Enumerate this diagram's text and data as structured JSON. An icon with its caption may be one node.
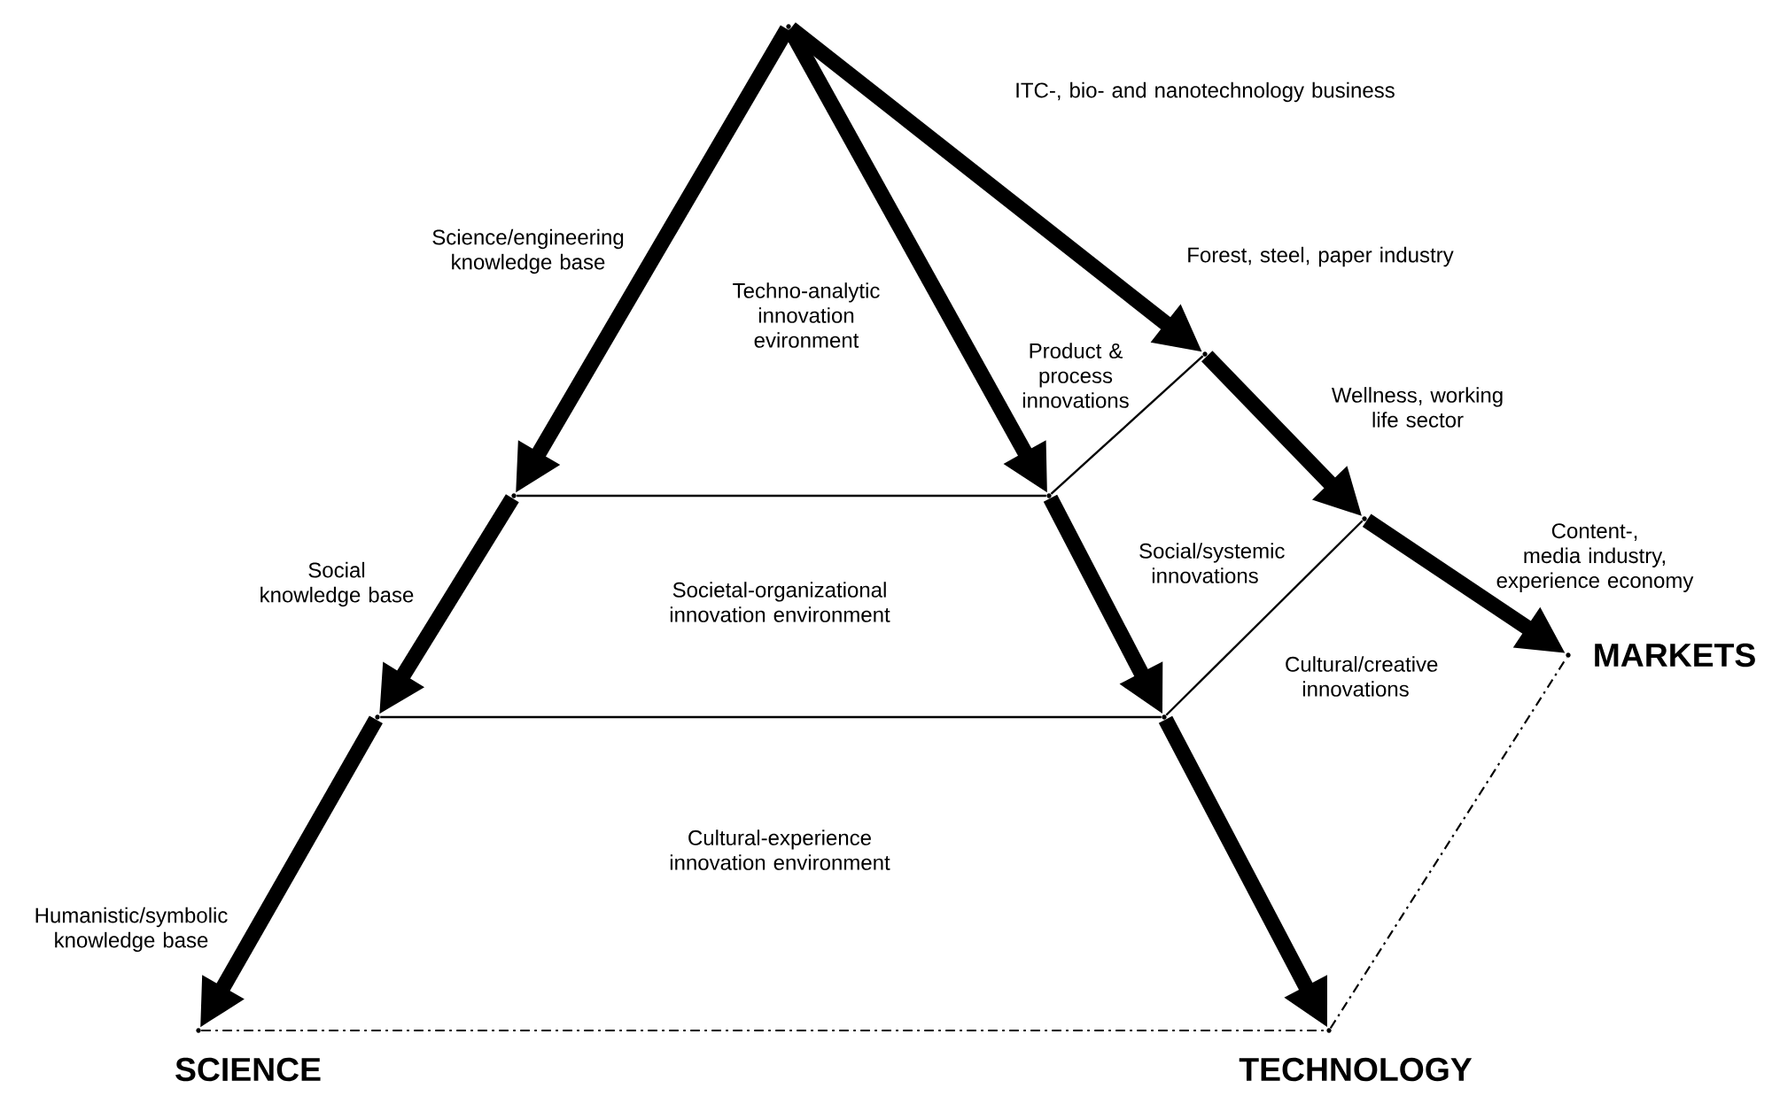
{
  "diagram": {
    "nodes": [
      {
        "text": [],
        "shape": "point"
      },
      {
        "text": [],
        "shape": "point"
      },
      {
        "text": [],
        "shape": "point"
      },
      {
        "text": [],
        "shape": "point",
        "beside": [
          "SCIENCE"
        ]
      },
      {
        "text": [],
        "shape": "point"
      },
      {
        "text": [],
        "shape": "point"
      },
      {
        "text": [],
        "shape": "point",
        "beside": [
          "TECHNOLOGY"
        ]
      },
      {
        "text": [],
        "shape": "point"
      },
      {
        "text": [],
        "shape": "point"
      },
      {
        "text": [],
        "shape": "point",
        "beside": [
          "MARKETS"
        ]
      }
    ],
    "edges": [
      {
        "from": 0,
        "to": 1,
        "arrow": "to",
        "label": "Science/engineering knowledge base"
      },
      {
        "from": 1,
        "to": 2,
        "arrow": "to",
        "label": "Social knowledge base"
      },
      {
        "from": 2,
        "to": 3,
        "arrow": "to",
        "label": "Humanistic/symbolic knowledge base"
      },
      {
        "from": 0,
        "to": 4,
        "arrow": "to"
      },
      {
        "from": 4,
        "to": 5,
        "arrow": "to"
      },
      {
        "from": 5,
        "to": 6,
        "arrow": "to"
      },
      {
        "from": 0,
        "to": 7,
        "arrow": "to"
      },
      {
        "from": 7,
        "to": 8,
        "arrow": "to"
      },
      {
        "from": 8,
        "to": 9,
        "arrow": "to"
      },
      {
        "from": 3,
        "to": 6,
        "arrow": "none",
        "style": "dashed"
      },
      {
        "from": 6,
        "to": 9,
        "arrow": "none",
        "style": "dashed"
      },
      {
        "from": 1,
        "to": 4,
        "arrow": "none"
      },
      {
        "from": 2,
        "to": 5,
        "arrow": "none"
      },
      {
        "from": 4,
        "to": 7,
        "arrow": "none"
      },
      {
        "from": 5,
        "to": 8,
        "arrow": "none"
      }
    ],
    "labels": [
      "ITC-, bio- and nanotechnology business",
      "Techno-analytic innovation evironment",
      "Product & process innovations",
      "Forest, steel, paper industry",
      "Wellness, working life sector",
      "Social/systemic innovations",
      "Content-, media industry, experience economy",
      "Societal-organizational innovation environment",
      "Cultural/creative innovations",
      "Cultural-experience innovation environment"
    ]
  }
}
